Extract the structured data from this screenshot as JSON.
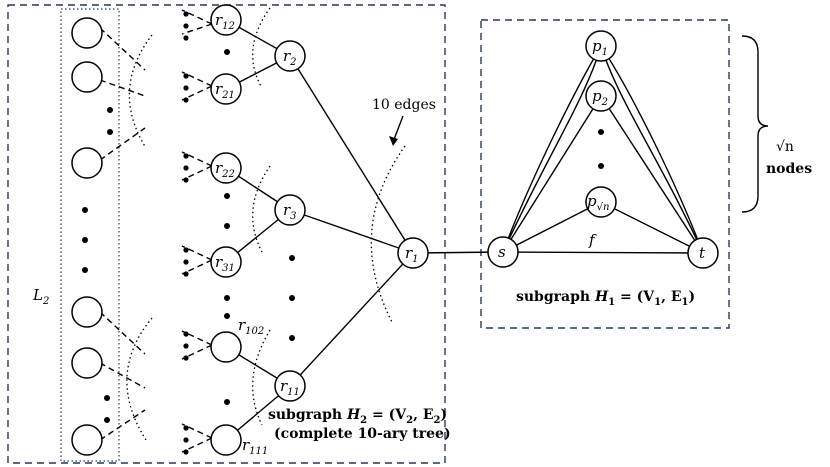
{
  "labels": {
    "r12": "r",
    "r12_sub": "12",
    "r21": "r",
    "r21_sub": "21",
    "r2": "r",
    "r2_sub": "2",
    "r22": "r",
    "r22_sub": "22",
    "r3": "r",
    "r3_sub": "3",
    "r31": "r",
    "r31_sub": "31",
    "r102": "r",
    "r102_sub": "102",
    "r11": "r",
    "r11_sub": "11",
    "r111": "r",
    "r111_sub": "111",
    "r1": "r",
    "r1_sub": "1",
    "s": "s",
    "t": "t",
    "p1": "p",
    "p1_sub": "1",
    "p2": "p",
    "p2_sub": "2",
    "psqrt": "p",
    "psqrt_sub": "√n",
    "f": "f",
    "L2": "L",
    "L2_sub": "2",
    "ten_edges": "10 edges",
    "sqrt_n": "√n",
    "nodes": "nodes",
    "subgraph_h1_prefix": "subgraph ",
    "subgraph_h1_math": "H",
    "subgraph_h1_sub": "1",
    "subgraph_h1_rest": " = (V",
    "subgraph_h1_sub2": "1",
    "subgraph_h1_comma": ", E",
    "subgraph_h1_sub3": "1",
    "subgraph_h1_close": ")",
    "subgraph_h2_prefix": "subgraph ",
    "subgraph_h2_math": "H",
    "subgraph_h2_sub": "2",
    "subgraph_h2_rest": " = (V",
    "subgraph_h2_sub2": "2",
    "subgraph_h2_comma": ", E",
    "subgraph_h2_sub3": "2",
    "subgraph_h2_close": ")",
    "complete_tree": "(complete 10-ary tree)"
  }
}
